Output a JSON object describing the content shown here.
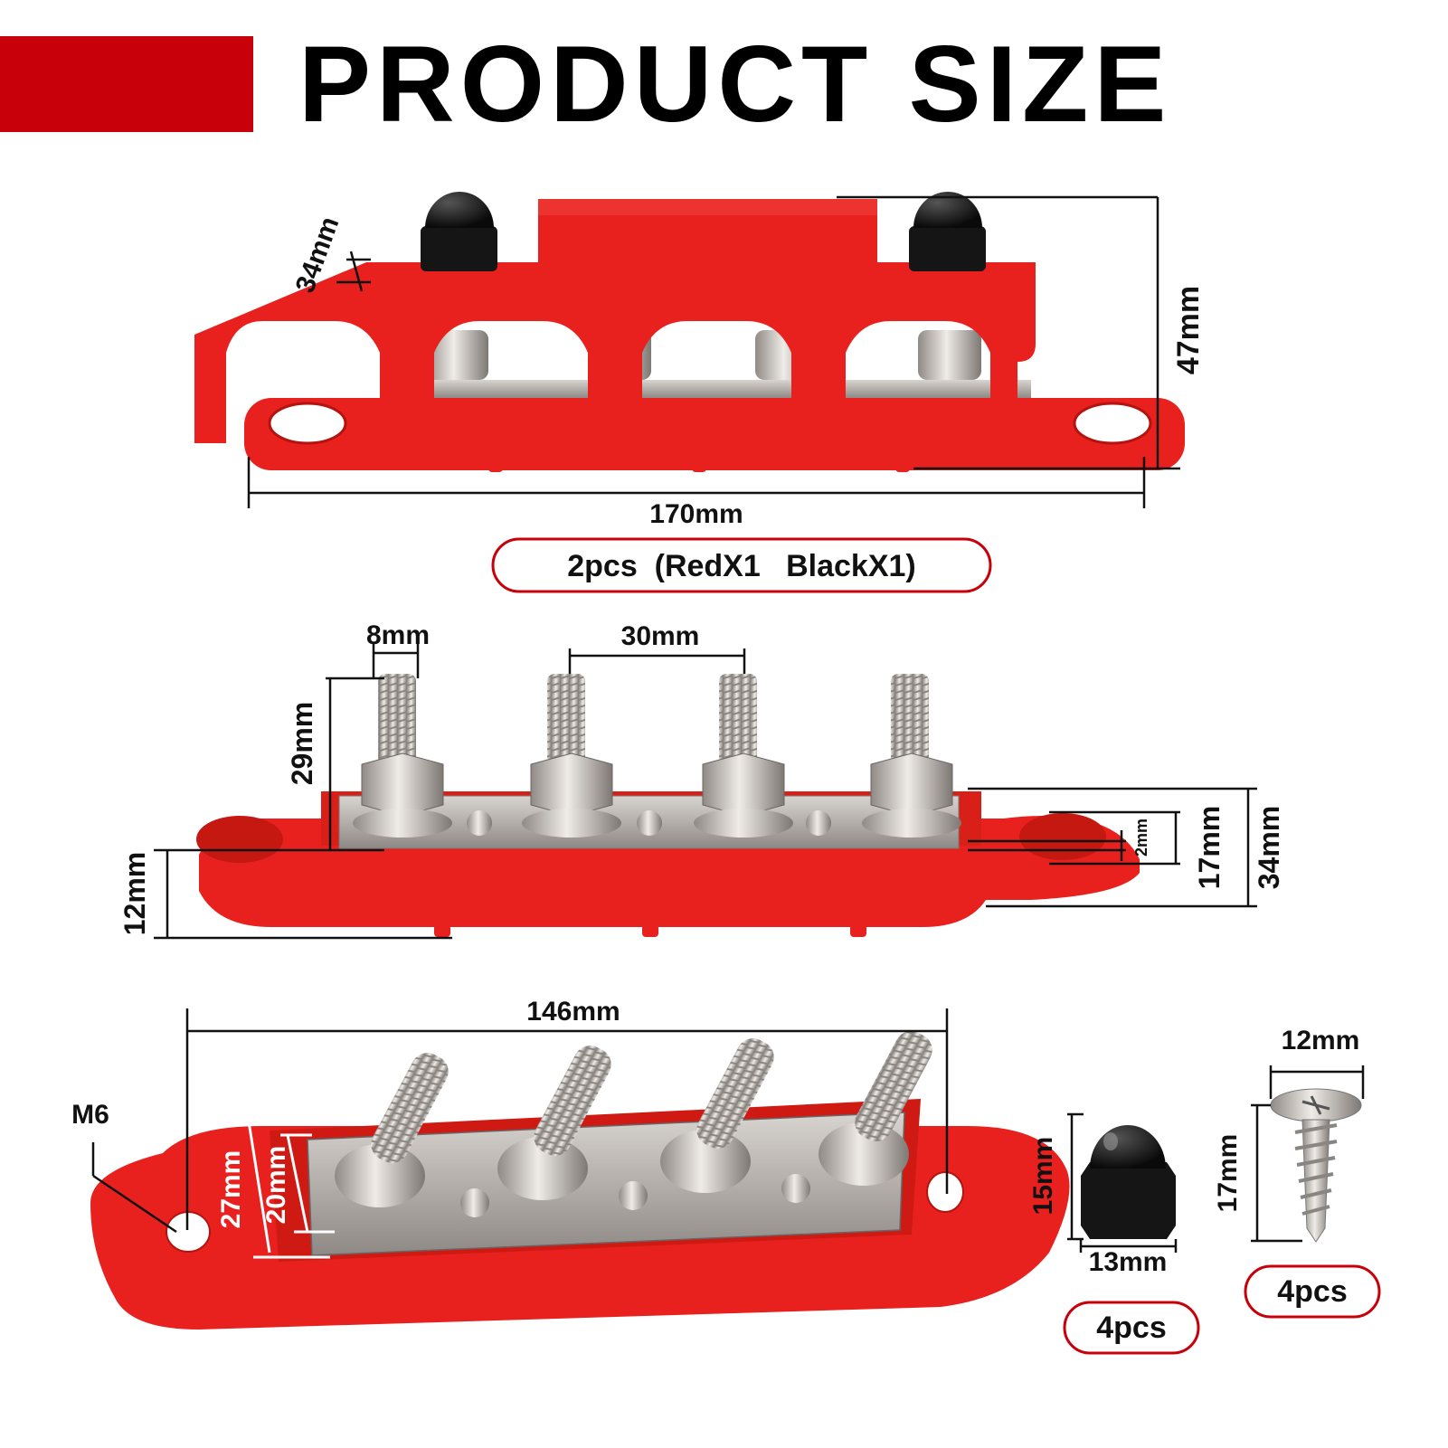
{
  "header": {
    "title": "PRODUCT SIZE",
    "accent_color": "#c8000a"
  },
  "product_color": "#e8211e",
  "metal_color": "#c9c4bf",
  "view_front": {
    "height_label": "47mm",
    "stud_label": "34mm",
    "length_label": "170mm",
    "quantity_label": "2pcs  (RedX1   BlackX1)"
  },
  "view_side": {
    "stud_diameter_label": "8mm",
    "stud_spacing_label": "30mm",
    "stud_height_label": "29mm",
    "base_height_label": "12mm",
    "plate_thickness_label": "2mm",
    "inner_height_label": "17mm",
    "total_height_label": "34mm"
  },
  "view_top": {
    "hole_label": "M6",
    "mount_length_label": "146mm",
    "outer_width_label": "27mm",
    "inner_width_label": "20mm"
  },
  "nut": {
    "height_label": "15mm",
    "width_label": "13mm",
    "quantity_label": "4pcs"
  },
  "screw": {
    "head_label": "12mm",
    "length_label": "17mm",
    "quantity_label": "4pcs"
  }
}
